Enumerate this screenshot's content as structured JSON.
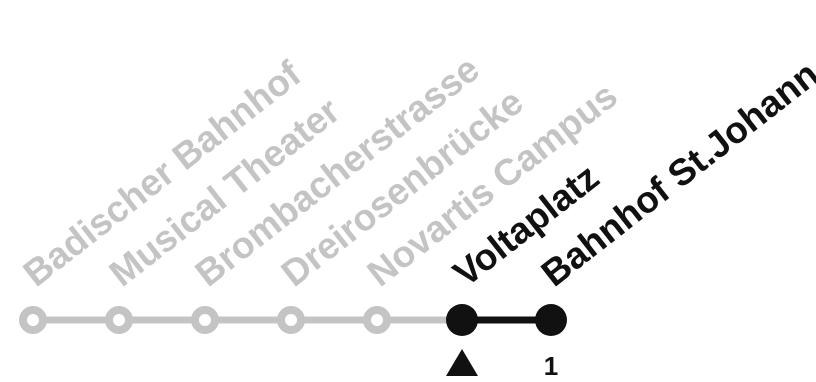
{
  "route": {
    "stops": [
      {
        "name": "Badischer Bahnhof",
        "state": "past"
      },
      {
        "name": "Musical Theater",
        "state": "past"
      },
      {
        "name": "Brombacherstrasse",
        "state": "past"
      },
      {
        "name": "Dreirosenbrücke",
        "state": "past"
      },
      {
        "name": "Novartis Campus",
        "state": "past"
      },
      {
        "name": "Voltaplatz",
        "state": "current"
      },
      {
        "name": "Bahnhof St.Johann",
        "state": "next"
      }
    ],
    "current_marker": "triangle-up-icon",
    "next_marker_label": "1"
  },
  "colors": {
    "past": "#c4c4c4",
    "active": "#111111"
  }
}
